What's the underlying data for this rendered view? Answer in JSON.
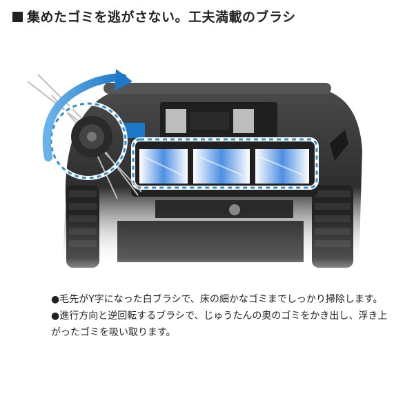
{
  "headline": "集めたゴミを逃がさない。工夫満載のブラシ",
  "bullets": [
    "毛先がY字になった白ブラシで、床の細かなゴミまでしっかり掃除します。",
    "進行方向と逆回転するブラシで、じゅうたんの奥のゴミをかき出し、浮き上がったゴミを吸い取ります。"
  ],
  "bullet_marker": "●",
  "colors": {
    "highlight_ring": "#2f8fd0",
    "arrow": "#1e78c8",
    "brush_blue": "#3a7fd8",
    "robot_body": "#3c3c3c"
  }
}
